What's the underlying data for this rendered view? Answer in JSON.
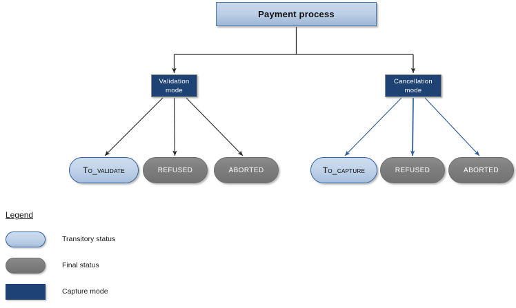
{
  "diagram": {
    "root": {
      "label": "Payment process"
    },
    "modes": [
      {
        "id": "validation",
        "label": "Validation\nmode",
        "line1": "Validation",
        "line2": "mode",
        "arrow_color": "#2c2c2c"
      },
      {
        "id": "cancellation",
        "label": "Cancellation\nmode",
        "line1": "Cancellation",
        "line2": "mode",
        "arrow_color": "#2f5f9e"
      }
    ],
    "statuses": [
      {
        "id": "to-validate",
        "label": "To_validate",
        "type": "transitory",
        "mode": "validation"
      },
      {
        "id": "refused-validation",
        "label": "REFUSED",
        "type": "final",
        "mode": "validation"
      },
      {
        "id": "aborted-validation",
        "label": "ABORTED",
        "type": "final",
        "mode": "validation"
      },
      {
        "id": "to-capture",
        "label": "To_capture",
        "type": "transitory",
        "mode": "cancellation"
      },
      {
        "id": "refused-cancellation",
        "label": "REFUSED",
        "type": "final",
        "mode": "cancellation"
      },
      {
        "id": "aborted-cancellation",
        "label": "ABORTED",
        "type": "final",
        "mode": "cancellation"
      }
    ]
  },
  "legend": {
    "title": "Legend",
    "items": [
      {
        "shape": "pill",
        "style": "transitory",
        "label": "Transitory status",
        "color": "#bcd0e8"
      },
      {
        "shape": "pill",
        "style": "final",
        "label": "Final status",
        "color": "#7e7e7e"
      },
      {
        "shape": "rect",
        "style": "capture",
        "label": "Capture mode",
        "color": "#1f4274"
      }
    ]
  },
  "colors": {
    "root_fill": "#bdd0e6",
    "root_border": "#4a7ab0",
    "mode_fill": "#1f4274",
    "transitory_fill": "#c3d5ea",
    "transitory_border": "#2e5f9e",
    "final_fill": "#7e7e7e",
    "final_border": "#6f6f6f",
    "edge_dark": "#2c2c2c",
    "edge_blue": "#2f5f9e"
  }
}
